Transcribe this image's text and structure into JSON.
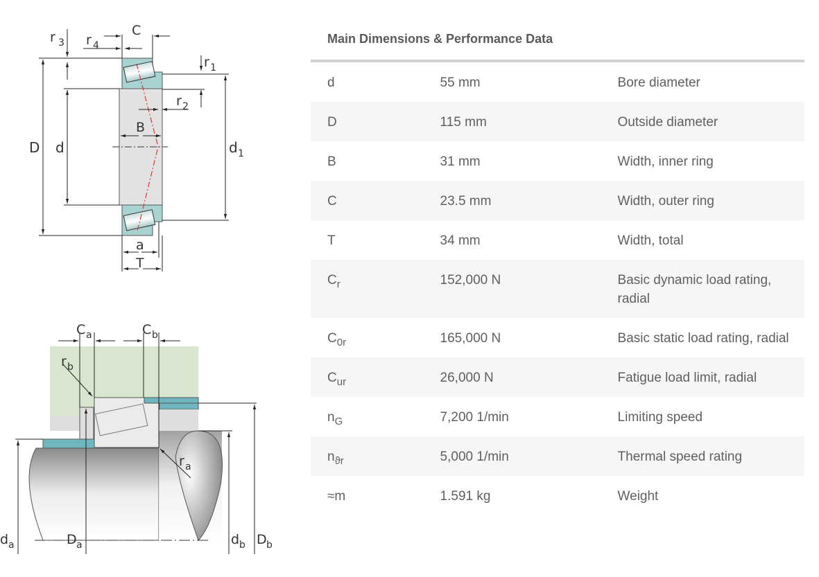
{
  "panel": {
    "title": "Main Dimensions & Performance Data",
    "rows": [
      {
        "symbol": "d",
        "sub": "",
        "value": "55 mm",
        "description": "Bore diameter"
      },
      {
        "symbol": "D",
        "sub": "",
        "value": "115 mm",
        "description": "Outside diameter"
      },
      {
        "symbol": "B",
        "sub": "",
        "value": "31 mm",
        "description": "Width, inner ring"
      },
      {
        "symbol": "C",
        "sub": "",
        "value": "23.5 mm",
        "description": "Width, outer ring"
      },
      {
        "symbol": "T",
        "sub": "",
        "value": "34 mm",
        "description": "Width, total"
      },
      {
        "symbol": "C",
        "sub": "r",
        "value": "152,000 N",
        "description": "Basic dynamic load rating, radial"
      },
      {
        "symbol": "C",
        "sub": "0r",
        "value": "165,000 N",
        "description": "Basic static load rating, radial"
      },
      {
        "symbol": "C",
        "sub": "ur",
        "value": "26,000 N",
        "description": "Fatigue load limit, radial"
      },
      {
        "symbol": "n",
        "sub": "G",
        "value": "7,200 1/min",
        "description": "Limiting speed"
      },
      {
        "symbol": "n",
        "sub": "ϑr",
        "value": "5,000 1/min",
        "description": "Thermal speed rating"
      },
      {
        "symbol": "≈m",
        "sub": "",
        "value": "1.591 kg",
        "description": "Weight"
      }
    ]
  },
  "diagram_bearing": {
    "labels": {
      "r3": "r",
      "r3_sub": "3",
      "r4": "r",
      "r4_sub": "4",
      "C": "C",
      "r1": "r",
      "r1_sub": "1",
      "r2": "r",
      "r2_sub": "2",
      "B": "B",
      "D": "D",
      "d": "d",
      "d1": "d",
      "d1_sub": "1",
      "a": "a",
      "T": "T"
    },
    "colors": {
      "ring": "#a9d3d3",
      "roller": "#dfe9e9",
      "inner": "#e2e2e2",
      "centerline": "#d9383a"
    }
  },
  "diagram_mounting": {
    "labels": {
      "Ca": "C",
      "Ca_sub": "a",
      "Cb": "C",
      "Cb_sub": "b",
      "rb": "r",
      "rb_sub": "b",
      "ra": "r",
      "ra_sub": "a",
      "da": "d",
      "da_sub": "a",
      "Da": "D",
      "Da_sub": "a",
      "db": "d",
      "db_sub": "b",
      "Db": "D",
      "Db_sub": "b"
    },
    "colors": {
      "housing": "#d9e6cf",
      "shim": "#6fb6c0",
      "bearing": "#ebebeb"
    }
  }
}
